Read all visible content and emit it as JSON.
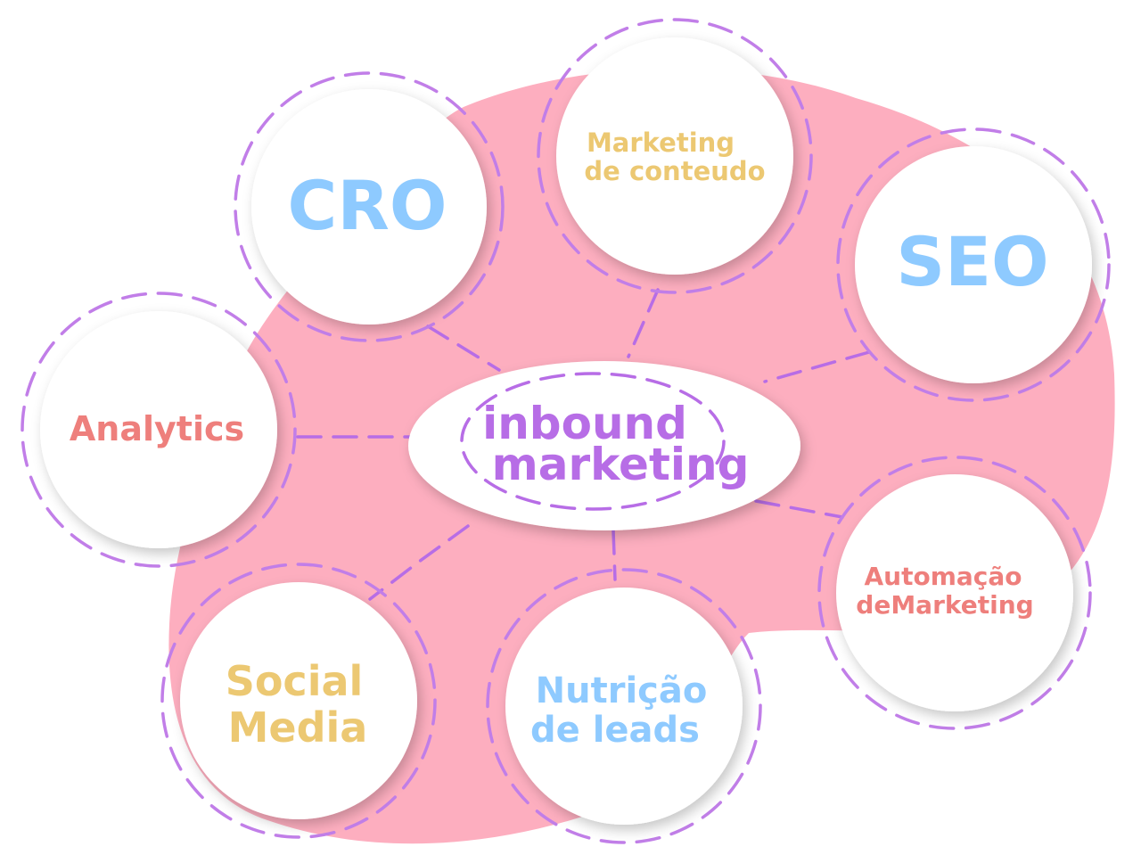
{
  "colors": {
    "blob": "#fdaebf",
    "dash": "#c17ee8",
    "circle_fill": "#ffffff",
    "blue": "#8ecaff",
    "yellow": "#ecc872",
    "coral": "#ee7f7c",
    "purple": "#b76de6"
  },
  "center": {
    "line1": "inbound",
    "line2": "marketing"
  },
  "nodes": {
    "cro": {
      "line1": "CRO"
    },
    "marketing_conteudo": {
      "line1": "Marketing",
      "line2": "de conteudo"
    },
    "seo": {
      "line1": "SEO"
    },
    "analytics": {
      "line1": "Analytics"
    },
    "automacao": {
      "line1": "Automação",
      "line2": "deMarketing"
    },
    "social_media": {
      "line1": "Social",
      "line2": "Media"
    },
    "nutricao": {
      "line1": "Nutrição",
      "line2": "de leads"
    }
  }
}
